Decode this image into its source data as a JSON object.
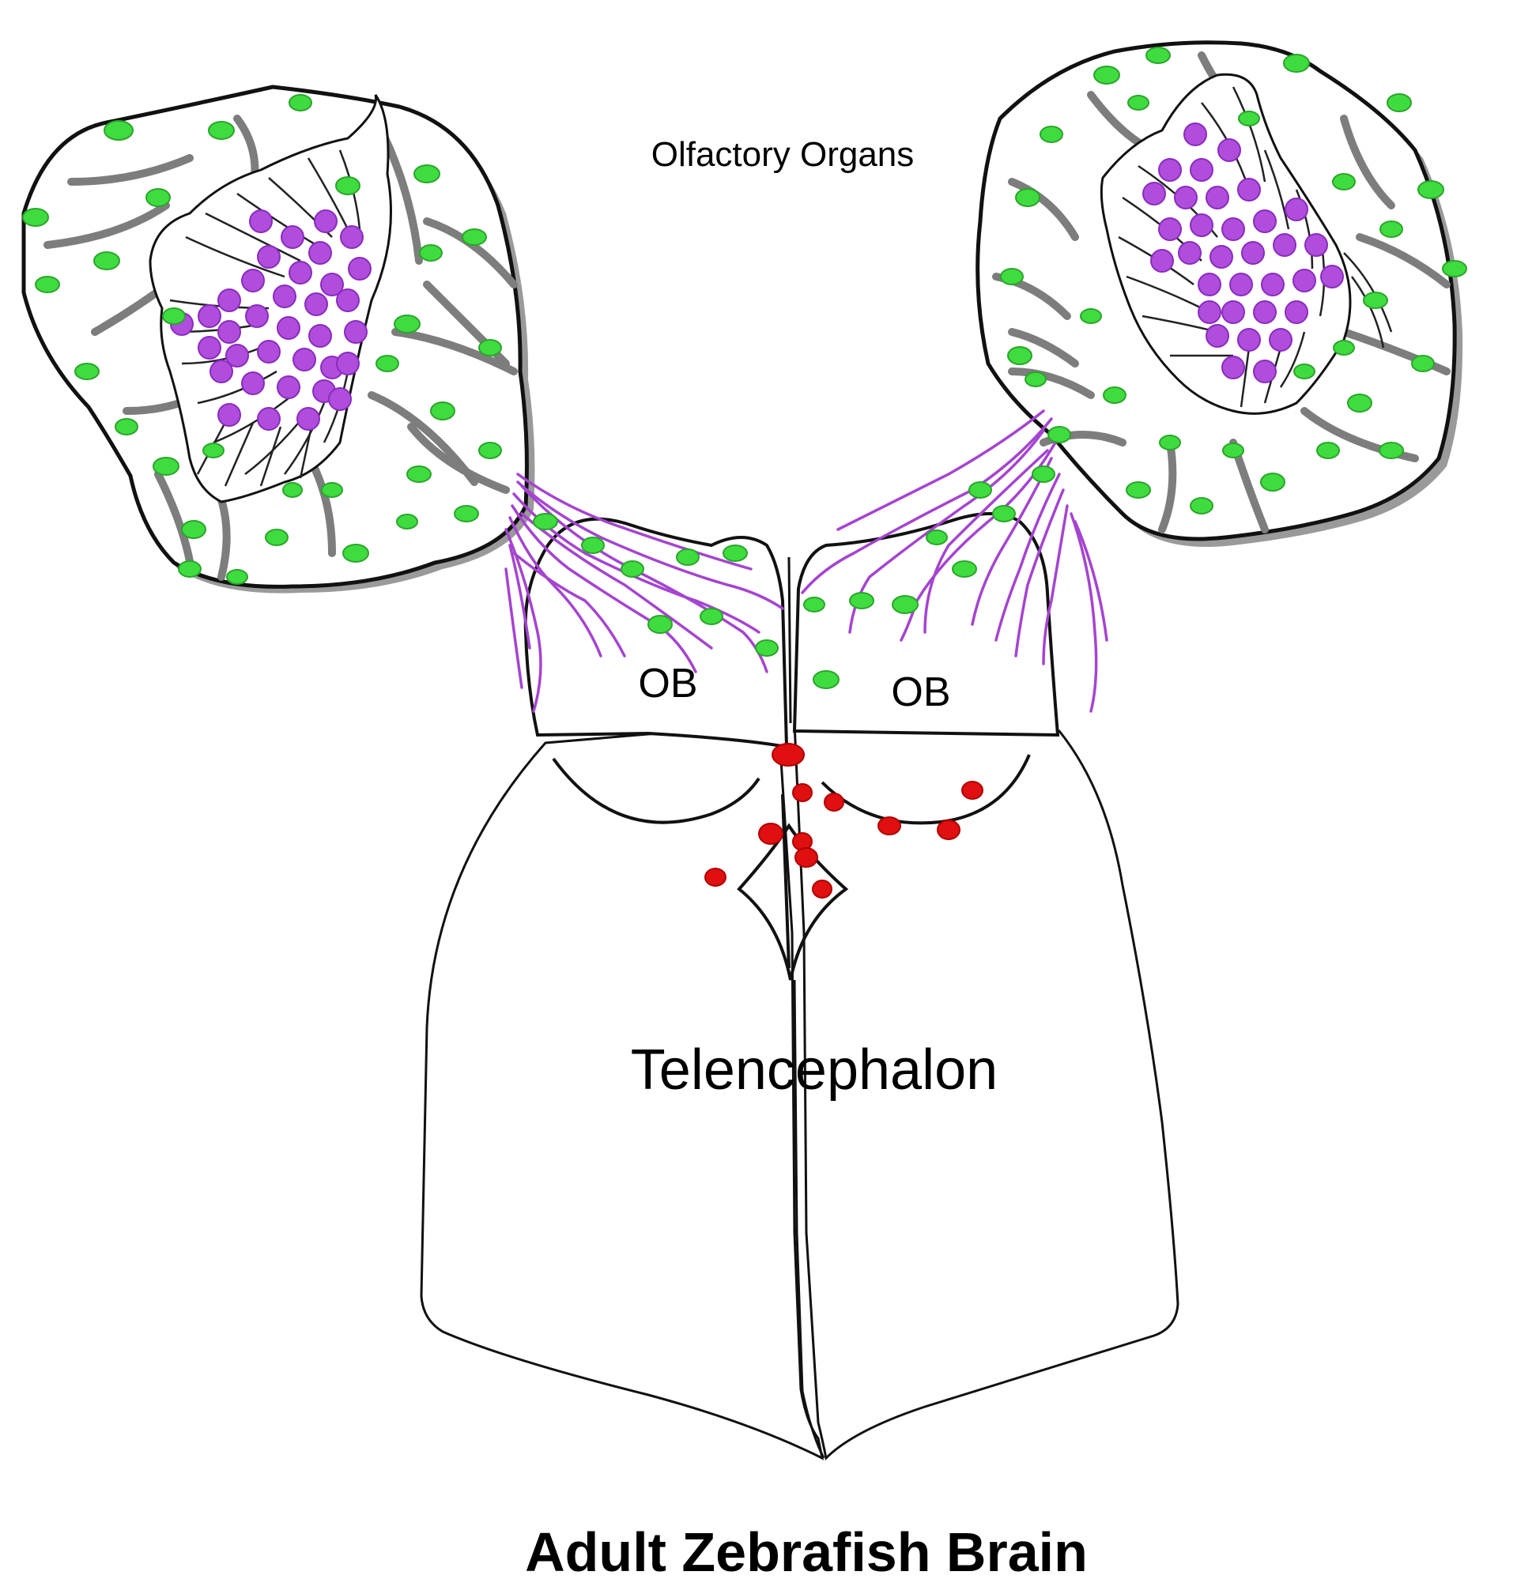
{
  "labels": {
    "olfactory_organs": "Olfactory Organs",
    "ob_left": "OB",
    "ob_right": "OB",
    "telencephalon": "Telencephalon",
    "title": "Adult Zebrafish Brain"
  },
  "colors": {
    "outline": "#111111",
    "shadow": "#8a8a8a",
    "fill": "#ffffff",
    "green_cells": "#3fdc3f",
    "green_core": "#2e8b2e",
    "purple_cells": "#b04ddc",
    "purple_edge": "#8a2bbf",
    "purple_fibers": "#a544d0",
    "red_cells": "#e01010"
  }
}
